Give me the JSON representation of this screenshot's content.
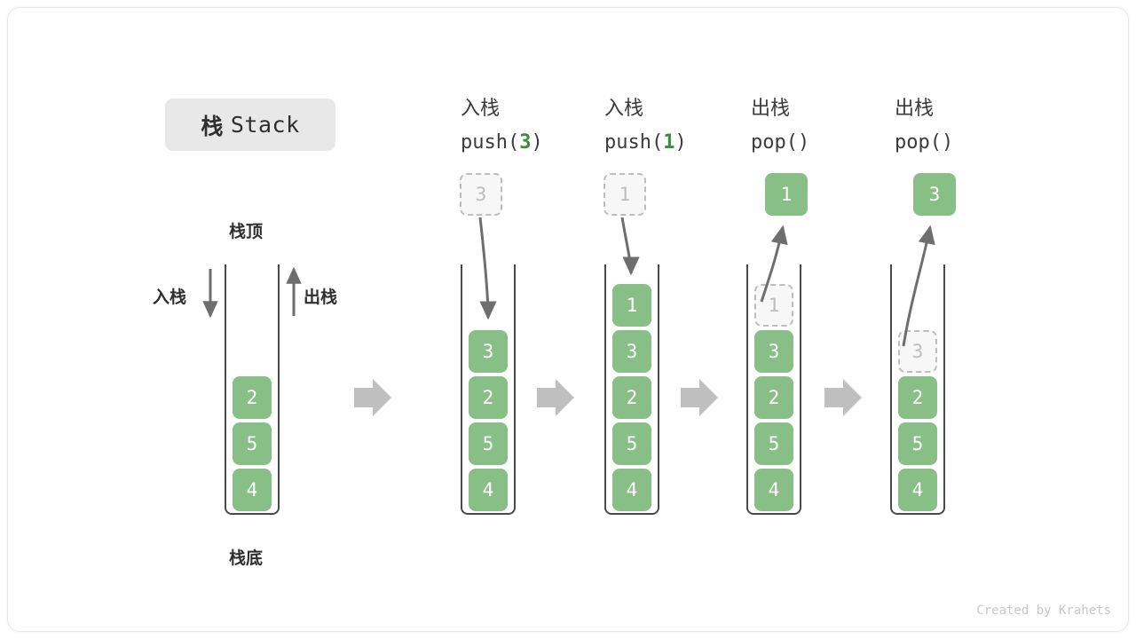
{
  "diagram": {
    "title_cjk": "栈",
    "title_en": "Stack",
    "credit": "Created by Krahets",
    "accent_green": "#87bf87",
    "accent_green_text": "#3d8b3d",
    "ghost_gray": "#bdbdbd",
    "line_gray": "#4a4a4a",
    "block_arrow_gray": "#bfbfbf"
  },
  "legend": {
    "top_label": "栈顶",
    "bottom_label": "栈底",
    "push_label": "入栈",
    "pop_label": "出栈"
  },
  "stages": [
    {
      "id": "initial",
      "header_line1": "",
      "header_op": "",
      "header_arg": "",
      "header_close": "",
      "stack": [
        "2",
        "5",
        "4"
      ],
      "ghost_in_stack": null,
      "floating_cell": null,
      "floating_ghost": null,
      "arrow": "none"
    },
    {
      "id": "push-3",
      "header_line1": "入栈",
      "header_op": "push(",
      "header_arg": "3",
      "header_close": ")",
      "stack": [
        "3",
        "2",
        "5",
        "4"
      ],
      "ghost_in_stack": null,
      "floating_cell": null,
      "floating_ghost": "3",
      "arrow": "down-into-stack"
    },
    {
      "id": "push-1",
      "header_line1": "入栈",
      "header_op": "push(",
      "header_arg": "1",
      "header_close": ")",
      "stack": [
        "1",
        "3",
        "2",
        "5",
        "4"
      ],
      "ghost_in_stack": null,
      "floating_cell": null,
      "floating_ghost": "1",
      "arrow": "down-into-stack"
    },
    {
      "id": "pop-1",
      "header_line1": "出栈",
      "header_op": "pop(",
      "header_arg": "",
      "header_close": ")",
      "stack": [
        "3",
        "2",
        "5",
        "4"
      ],
      "ghost_in_stack": "1",
      "floating_cell": "1",
      "floating_ghost": null,
      "arrow": "up-out-of-stack"
    },
    {
      "id": "pop-2",
      "header_line1": "出栈",
      "header_op": "pop(",
      "header_arg": "",
      "header_close": ")",
      "stack": [
        "2",
        "5",
        "4"
      ],
      "ghost_in_stack": "3",
      "floating_cell": "3",
      "floating_ghost": null,
      "arrow": "up-out-of-stack"
    }
  ]
}
